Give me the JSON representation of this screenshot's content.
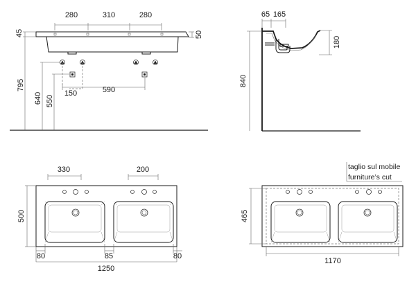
{
  "front_view": {
    "dim_top_1": "280",
    "dim_top_2": "310",
    "dim_top_3": "280",
    "dim_left_45": "45",
    "dim_right_50": "50",
    "dim_795": "795",
    "dim_640": "640",
    "dim_550": "550",
    "dim_150": "150",
    "dim_590": "590"
  },
  "side_view": {
    "dim_65": "65",
    "dim_165": "165",
    "dim_180": "180",
    "dim_840": "840"
  },
  "top_view": {
    "dim_330": "330",
    "dim_200": "200",
    "dim_500": "500",
    "dim_80_left": "80",
    "dim_85": "85",
    "dim_80_right": "80",
    "dim_1250": "1250"
  },
  "cut_view": {
    "label_it": "taglio sul mobile",
    "label_en": "furniture’s cut",
    "dim_465": "465",
    "dim_1170": "1170"
  }
}
